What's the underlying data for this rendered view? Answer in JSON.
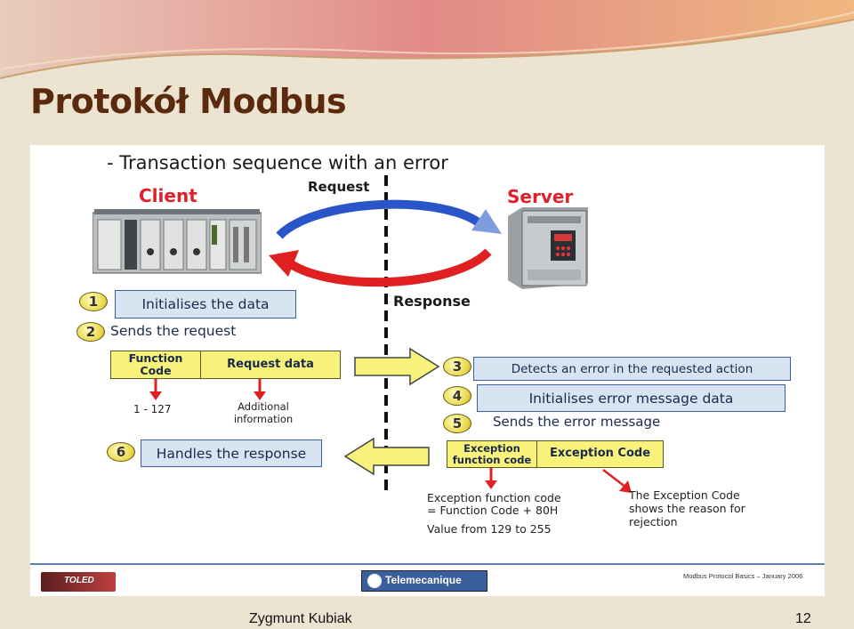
{
  "slide": {
    "title": "Protokół Modbus",
    "author": "Zygmunt Kubiak",
    "page_number": "12"
  },
  "figure": {
    "heading": "- Transaction sequence with an error",
    "client_label": "Client",
    "server_label": "Server",
    "request_label": "Request",
    "response_label": "Response",
    "steps": [
      {
        "number": "1",
        "text": "Initialises the data"
      },
      {
        "number": "2",
        "text": "Sends the request"
      },
      {
        "number": "3",
        "text": "Detects an error in the requested action"
      },
      {
        "number": "4",
        "text": "Initialises error message data"
      },
      {
        "number": "5",
        "text": "Sends the error message"
      },
      {
        "number": "6",
        "text": "Handles the response"
      }
    ],
    "request_frame": {
      "function_code": "Function Code",
      "request_data": "Request data",
      "function_code_range": "1 - 127",
      "request_data_note": "Additional information"
    },
    "exception_frame": {
      "exception_function_code": "Exception function code",
      "exception_code": "Exception Code",
      "note_function_code_1": "Exception function code",
      "note_function_code_2": "= Function Code + 80H",
      "note_value_range": "Value from 129 to 255",
      "note_exception_code": "The Exception Code shows the reason for rejection"
    },
    "footer": {
      "brand": "Telemecanique",
      "logo_left": "TOLED",
      "caption": "Modbus Protocol Basics – January 2006"
    }
  },
  "colors": {
    "title": "#5b2a0e",
    "client_server": "#e0202a",
    "request_arrow": "#2a55c8",
    "response_arrow": "#e02020",
    "box_fill": "#d9e4f3",
    "yellow_fill": "#f8f27a"
  }
}
